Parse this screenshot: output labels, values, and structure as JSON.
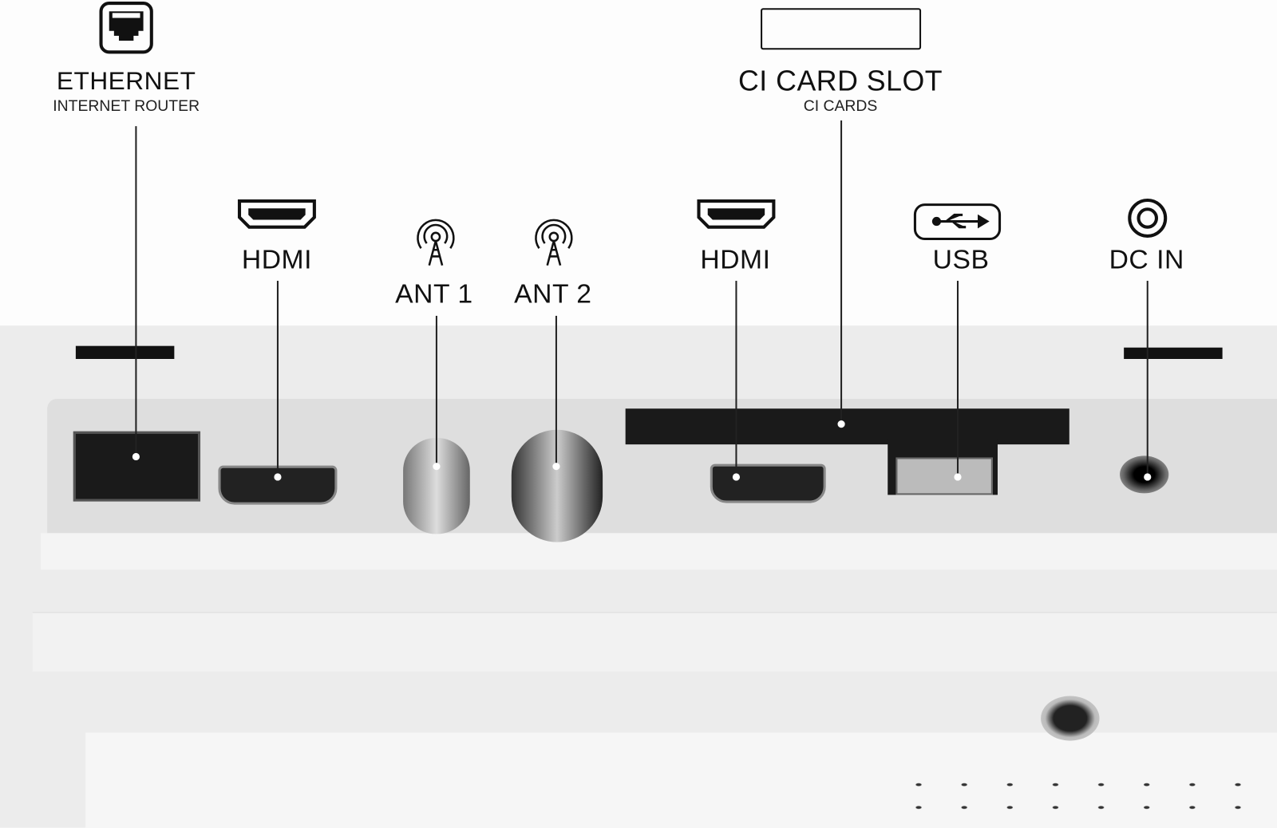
{
  "ports": [
    {
      "id": "ethernet",
      "label": "ETHERNET",
      "sublabel": "INTERNET ROUTER",
      "icon": "ethernet-icon"
    },
    {
      "id": "hdmi1",
      "label": "HDMI",
      "icon": "hdmi-icon"
    },
    {
      "id": "ant1",
      "label": "ANT 1",
      "icon": "antenna-icon"
    },
    {
      "id": "ant2",
      "label": "ANT 2",
      "icon": "antenna-icon"
    },
    {
      "id": "ci",
      "label": "CI CARD SLOT",
      "sublabel": "CI CARDS",
      "icon": "card-slot-icon"
    },
    {
      "id": "hdmi2",
      "label": "HDMI",
      "icon": "hdmi-icon"
    },
    {
      "id": "usb",
      "label": "USB",
      "icon": "usb-icon"
    },
    {
      "id": "dcin",
      "label": "DC IN",
      "icon": "power-jack-icon"
    }
  ]
}
